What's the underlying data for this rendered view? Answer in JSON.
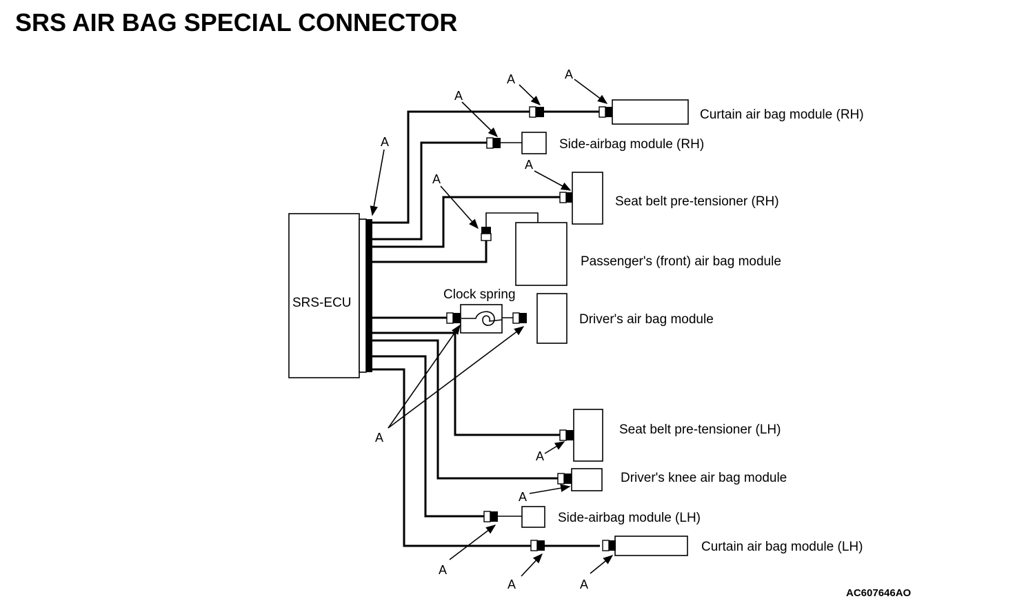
{
  "title": "SRS AIR BAG SPECIAL CONNECTOR",
  "ecu_label": "SRS-ECU",
  "connector_letter": "A",
  "clock_spring_label": "Clock spring",
  "components": {
    "curtain_rh": "Curtain air bag module (RH)",
    "side_rh": "Side-airbag module (RH)",
    "seatbelt_rh": "Seat belt pre-tensioner (RH)",
    "passenger": "Passenger's (front) air bag module",
    "driver": "Driver's air bag module",
    "seatbelt_lh": "Seat belt pre-tensioner (LH)",
    "knee": "Driver's knee air bag module",
    "side_lh": "Side-airbag module (LH)",
    "curtain_lh": "Curtain air bag module (LH)"
  },
  "figure_code": "AC607646AO"
}
